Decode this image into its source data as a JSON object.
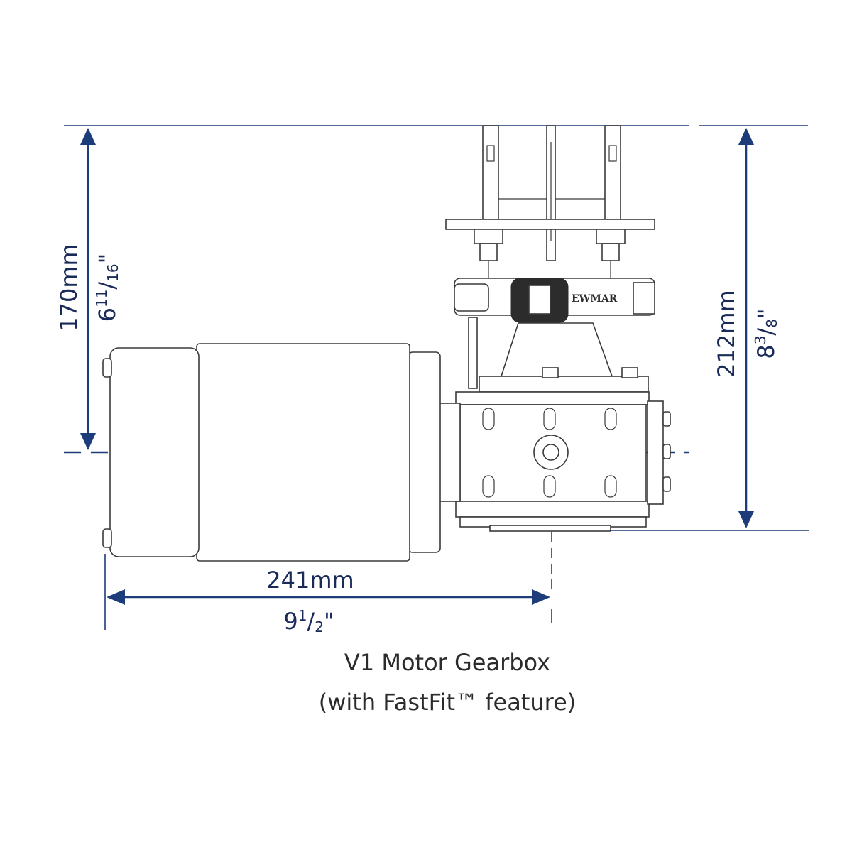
{
  "dimensions": {
    "height_to_center_mm": "170mm",
    "height_to_center_in": {
      "whole": "6",
      "num": "11",
      "den": "16",
      "suffix": "\""
    },
    "total_height_mm": "212mm",
    "total_height_in": {
      "whole": "8",
      "num": "3",
      "den": "8",
      "suffix": "\""
    },
    "length_mm": "241mm",
    "length_in": {
      "whole": "9",
      "num": "1",
      "den": "2",
      "suffix": "\""
    }
  },
  "caption": {
    "title": "V1 Motor Gearbox",
    "subtitle": "(with FastFit™ feature)"
  },
  "brand_text": "EWMAR",
  "colors": {
    "dimension": "#1d3c7a",
    "drawing": "#3a3a3a",
    "caption": "#2b2b2b"
  }
}
